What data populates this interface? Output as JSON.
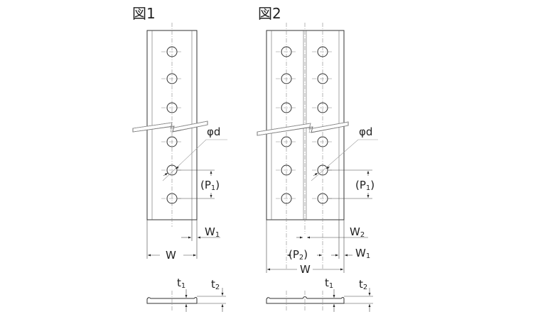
{
  "figures": [
    {
      "title": "図1",
      "labels": {
        "hole_diameter": "φd",
        "pitch": {
          "open": "(P",
          "sub": "1",
          "close": ")"
        },
        "edge_width": {
          "base": "W",
          "sub": "1"
        },
        "width": "W",
        "thickness1": {
          "base": "t",
          "sub": "1"
        },
        "thickness2": {
          "base": "t",
          "sub": "2"
        }
      }
    },
    {
      "title": "図2",
      "labels": {
        "hole_diameter": "φd",
        "pitch": {
          "open": "(P",
          "sub": "1",
          "close": ")"
        },
        "pitch2": {
          "open": "(P",
          "sub": "2",
          "close": ")"
        },
        "groove_width": {
          "base": "W",
          "sub": "2"
        },
        "edge_width": {
          "base": "W",
          "sub": "1"
        },
        "width": "W",
        "thickness1": {
          "base": "t",
          "sub": "1"
        },
        "thickness2": {
          "base": "t",
          "sub": "2"
        }
      }
    }
  ]
}
